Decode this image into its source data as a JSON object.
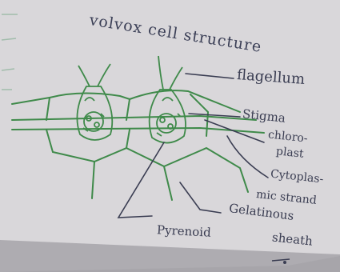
{
  "diagram": {
    "title": "volvox cell structure",
    "labels": {
      "flagellum": "flagellum",
      "stigma": "Stigma",
      "chloroplast_1": "chloro-",
      "chloroplast_2": "plast",
      "cytoplasmic_1": "Cytoplas-",
      "cytoplasmic_2": "mic strand",
      "gelatinous": "Gelatinous",
      "pyrenoid": "Pyrenoid",
      "sheath": "sheath"
    }
  },
  "colors": {
    "paper": "#d8d6d9",
    "ink_green": "#3f8a4a",
    "ink_blue": "#3a3d52"
  }
}
